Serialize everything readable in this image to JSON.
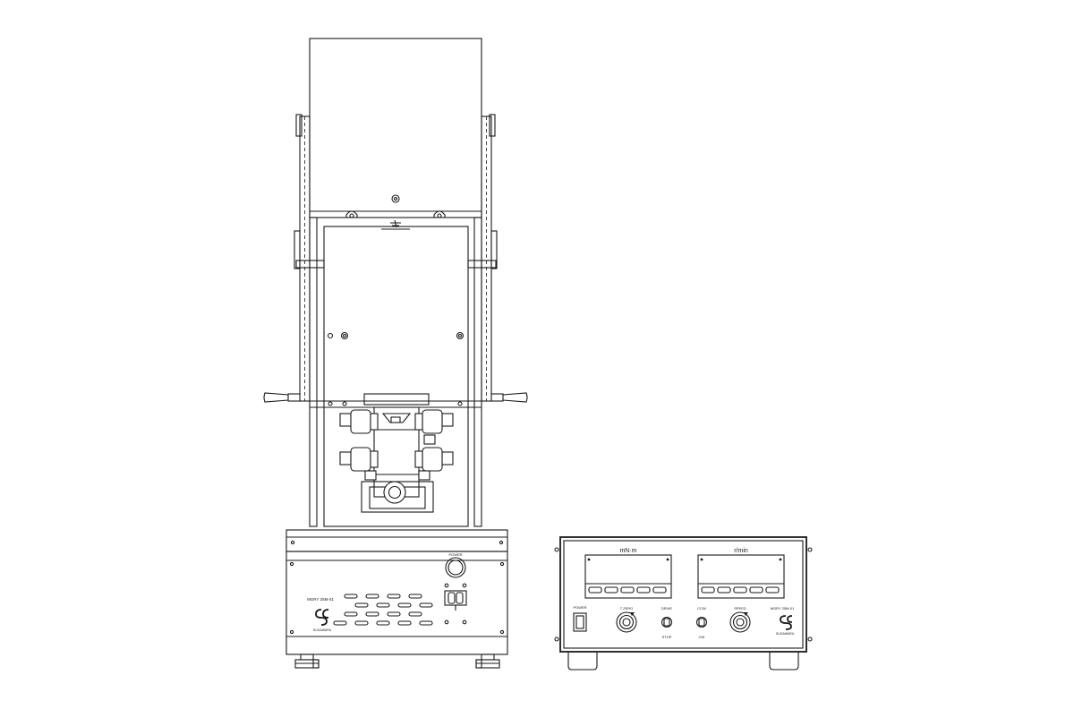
{
  "motor_unit": {
    "power_label": "POWER",
    "model_label": "MGRY 25M-01",
    "brand_label": "SUGAWARA"
  },
  "controller": {
    "torque_header": "mN·m",
    "speed_header": "r/min",
    "power_label": "POWER",
    "tzero_label": "T ZERO",
    "drive_label": "DRIVE",
    "stop_label": "STOP",
    "ccw_label": "CCW",
    "cw_label": "CW",
    "speed_knob_label": "SPEED",
    "model_label": "MGRY 25M-01",
    "brand_label": "SUGAWARA"
  },
  "colors": {
    "line": "#1a1a1a",
    "background": "#ffffff"
  }
}
